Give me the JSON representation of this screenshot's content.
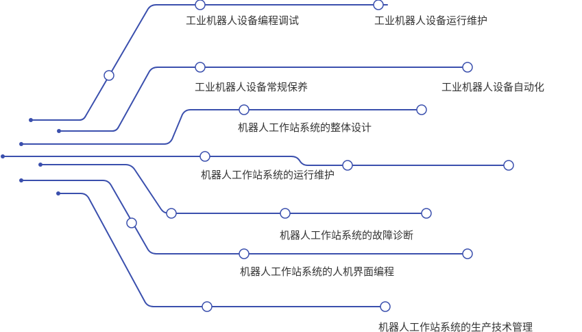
{
  "colors": {
    "line": "#3a4fad",
    "text": "#333333"
  },
  "labels": {
    "l1": "工业机器人设备编程调试",
    "l2": "工业机器人设备运行维护",
    "l3": "工业机器人设备常规保养",
    "l4": "工业机器人设备自动化",
    "l5": "机器人工作站系统的整体设计",
    "l6": "机器人工作站系统的运行维护",
    "l7": "机器人工作站系统的故障诊断",
    "l8": "机器人工作站系统的人机界面编程",
    "l9": "机器人工作站系统的生产技术管理"
  }
}
